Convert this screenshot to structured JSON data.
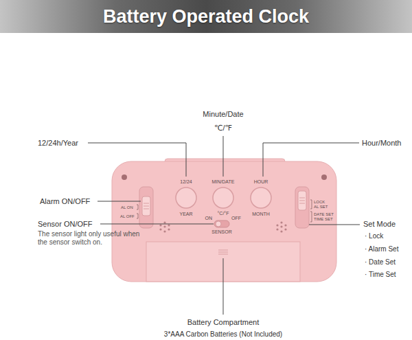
{
  "diagram": {
    "title": "Battery Operated Clock",
    "labels": [
      "Minute/Date",
      "℃/℉",
      "12/24h/Year",
      "Hour/Month",
      "Alarm ON/OFF",
      "Sensor ON/OFF",
      "The sensor light only useful when the sensor switch on.",
      "Set Mode",
      "· Lock",
      "· Alarm Set",
      "· Date Set",
      "· Time Set",
      "Battery Compartment",
      "3*AAA Carbon Batteries (Not Included)",
      "12/24",
      "MIN/DATE",
      "HOUR",
      "YEAR",
      "°C/°F",
      "MONTH",
      "AL ON",
      "AL OFF",
      "ON",
      "OFF",
      "SENSOR",
      "LOCK",
      "AL SET",
      "DATE SET",
      "TIME SET"
    ]
  }
}
